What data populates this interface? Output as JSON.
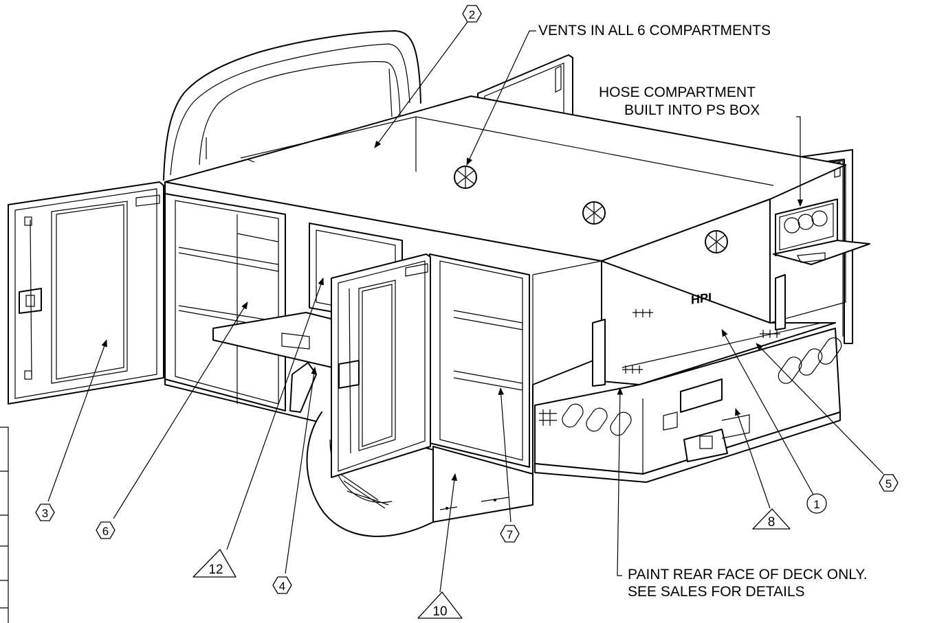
{
  "notes": {
    "vents": "VENTS IN ALL 6 COMPARTMENTS",
    "hose_line1": "HOSE COMPARTMENT",
    "hose_line2": "BUILT INTO PS BOX",
    "paint_line1": "PAINT REAR FACE OF DECK ONLY.",
    "paint_line2": "SEE SALES FOR DETAILS"
  },
  "logo_text": "HPI",
  "balloons": {
    "b1": "1",
    "b2": "2",
    "b3": "3",
    "b4": "4",
    "b5": "5",
    "b6": "6",
    "b7": "7",
    "b8": "8",
    "b10": "10",
    "b12": "12"
  }
}
